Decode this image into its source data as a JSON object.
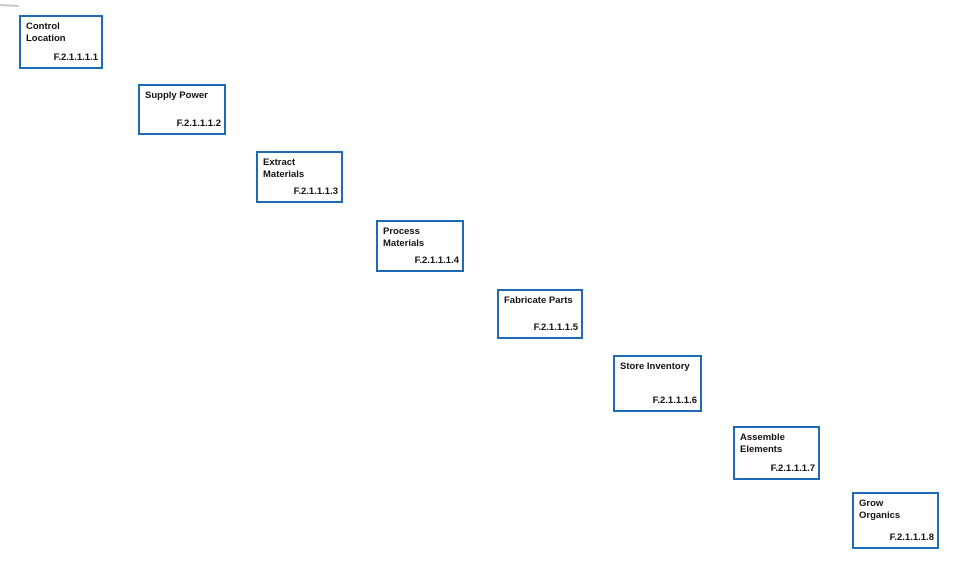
{
  "diagram": {
    "type": "functional-decomposition-cascade",
    "accent_color": "#1e6ab4",
    "text_color": "#111111",
    "background_color": "#ffffff",
    "boxes": [
      {
        "title": "Control\nLocation",
        "id": "F.2.1.1.1.1"
      },
      {
        "title": "Supply Power",
        "id": "F.2.1.1.1.2"
      },
      {
        "title": "Extract\nMaterials",
        "id": "F.2.1.1.1.3"
      },
      {
        "title": "Process\nMaterials",
        "id": "F.2.1.1.1.4"
      },
      {
        "title": "Fabricate Parts",
        "id": "F.2.1.1.1.5"
      },
      {
        "title": "Store Inventory",
        "id": "F.2.1.1.1.6"
      },
      {
        "title": "Assemble\nElements",
        "id": "F.2.1.1.1.7"
      },
      {
        "title": "Grow\nOrganics",
        "id": "F.2.1.1.1.8"
      }
    ]
  }
}
